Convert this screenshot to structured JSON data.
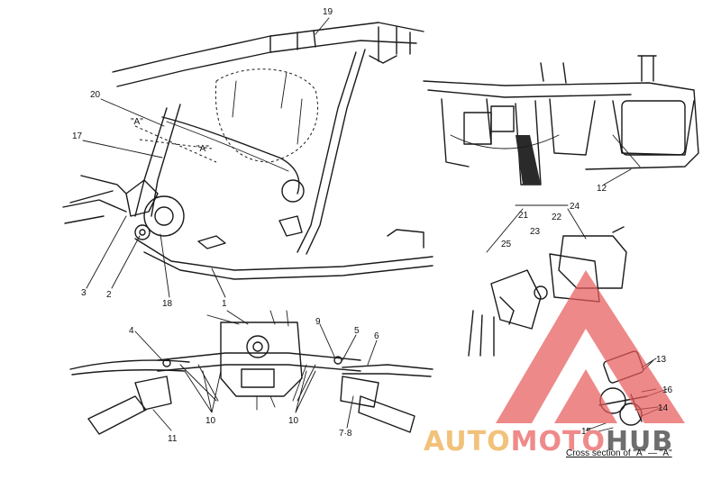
{
  "callouts": [
    {
      "id": "c19",
      "text": "19"
    },
    {
      "id": "c20",
      "text": "20"
    },
    {
      "id": "c17",
      "text": "17"
    },
    {
      "id": "c3",
      "text": "3"
    },
    {
      "id": "c2",
      "text": "2"
    },
    {
      "id": "c18",
      "text": "18"
    },
    {
      "id": "c1",
      "text": "1"
    },
    {
      "id": "c12",
      "text": "12"
    },
    {
      "id": "c21",
      "text": "21"
    },
    {
      "id": "c22",
      "text": "22"
    },
    {
      "id": "c24",
      "text": "24"
    },
    {
      "id": "c23",
      "text": "23"
    },
    {
      "id": "c25",
      "text": "25"
    },
    {
      "id": "c4",
      "text": "4"
    },
    {
      "id": "c9",
      "text": "9"
    },
    {
      "id": "c5",
      "text": "5"
    },
    {
      "id": "c6",
      "text": "6"
    },
    {
      "id": "c10a",
      "text": "10"
    },
    {
      "id": "c10b",
      "text": "10"
    },
    {
      "id": "c11",
      "text": "11"
    },
    {
      "id": "c78",
      "text": "7·8"
    },
    {
      "id": "c13",
      "text": "13"
    },
    {
      "id": "c16",
      "text": "16"
    },
    {
      "id": "c14",
      "text": "14"
    },
    {
      "id": "c15",
      "text": "15"
    }
  ],
  "section_marks": {
    "upper": "\"A\"",
    "lower": "\"A\""
  },
  "caption": "Cross section of \"A\" — \"A\"",
  "watermark": {
    "brand_auto": "AUTO",
    "brand_moto": "MOTO",
    "brand_hub": "HUB",
    "colors": {
      "auto": "#f2c27a",
      "moto": "#f08a8a",
      "hub": "#6e6e6e",
      "triangle": "#e85c5c"
    }
  }
}
